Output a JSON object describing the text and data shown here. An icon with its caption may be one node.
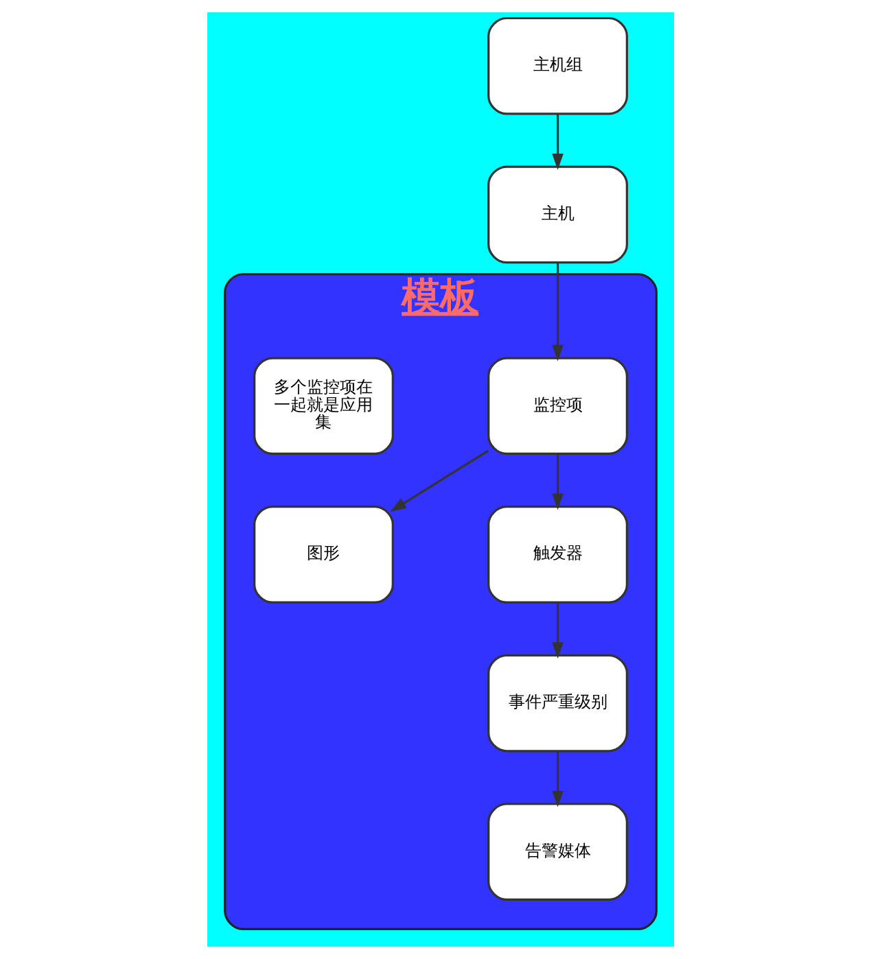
{
  "diagram": {
    "nodes": [
      {
        "text": [
          "主机组"
        ]
      },
      {
        "text": [
          "主机"
        ]
      },
      {
        "text": [
          "模板"
        ]
      },
      {
        "text": [
          "监控项"
        ],
        "in": 2
      },
      {
        "text": [
          "多个监控项在一起就是应用集"
        ],
        "in": 2
      },
      {
        "text": [
          "图形"
        ],
        "in": 2
      },
      {
        "text": [
          "触发器"
        ],
        "in": 2
      },
      {
        "text": [
          "事件严重级别"
        ],
        "in": 2
      },
      {
        "text": [
          "告警媒体"
        ],
        "in": 2
      }
    ],
    "edges": [
      {
        "from": 0,
        "to": 1,
        "arrow": "to"
      },
      {
        "from": 1,
        "to": 3,
        "arrow": "to"
      },
      {
        "from": 3,
        "to": 5,
        "arrow": "to"
      },
      {
        "from": 3,
        "to": 6,
        "arrow": "to"
      },
      {
        "from": 6,
        "to": 7,
        "arrow": "to"
      },
      {
        "from": 7,
        "to": 8,
        "arrow": "to"
      }
    ]
  }
}
